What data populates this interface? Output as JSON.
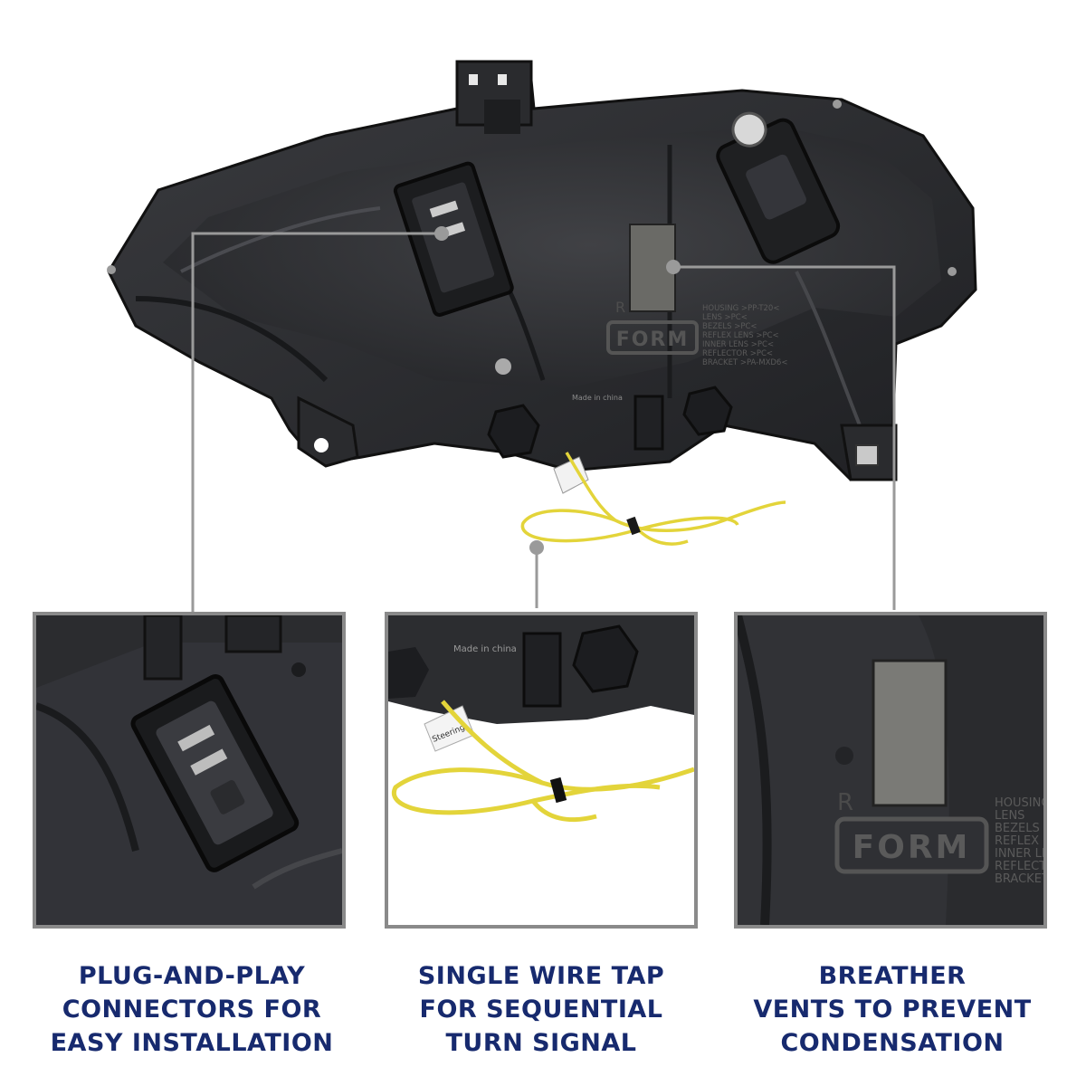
{
  "features": [
    {
      "id": "connectors",
      "caption_lines": [
        "PLUG-AND-PLAY",
        "CONNECTORS FOR",
        "EASY INSTALLATION"
      ]
    },
    {
      "id": "wire-tap",
      "caption_lines": [
        "SINGLE WIRE TAP",
        "FOR SEQUENTIAL",
        "TURN SIGNAL"
      ]
    },
    {
      "id": "vents",
      "caption_lines": [
        "BREATHER",
        "VENTS TO PREVENT",
        "CONDENSATION"
      ]
    }
  ],
  "housing_markings": {
    "form": "FORM",
    "r_mark": "R",
    "made_in": "Made in china",
    "steering": "Steering",
    "material_lines": [
      "HOUSING >PP-T20<",
      "LENS >PC<",
      "BEZELS >PC<",
      "REFLEX LENS >PC<",
      "INNER LENS >PC<",
      "REFLECTOR >PC<",
      "BRACKET >PA-MXD6<"
    ],
    "material_lines_zoom": [
      "HOUSING",
      "LENS",
      "BEZELS",
      "REFLEX",
      "INNER LE",
      "REFLECTO",
      "BRACKET"
    ]
  },
  "colors": {
    "caption": "#172a6e",
    "callout_line": "#9a9a9a",
    "panel_border": "#8a8a8a",
    "housing": "#2b2c2f",
    "wire": "#e3d43a"
  }
}
